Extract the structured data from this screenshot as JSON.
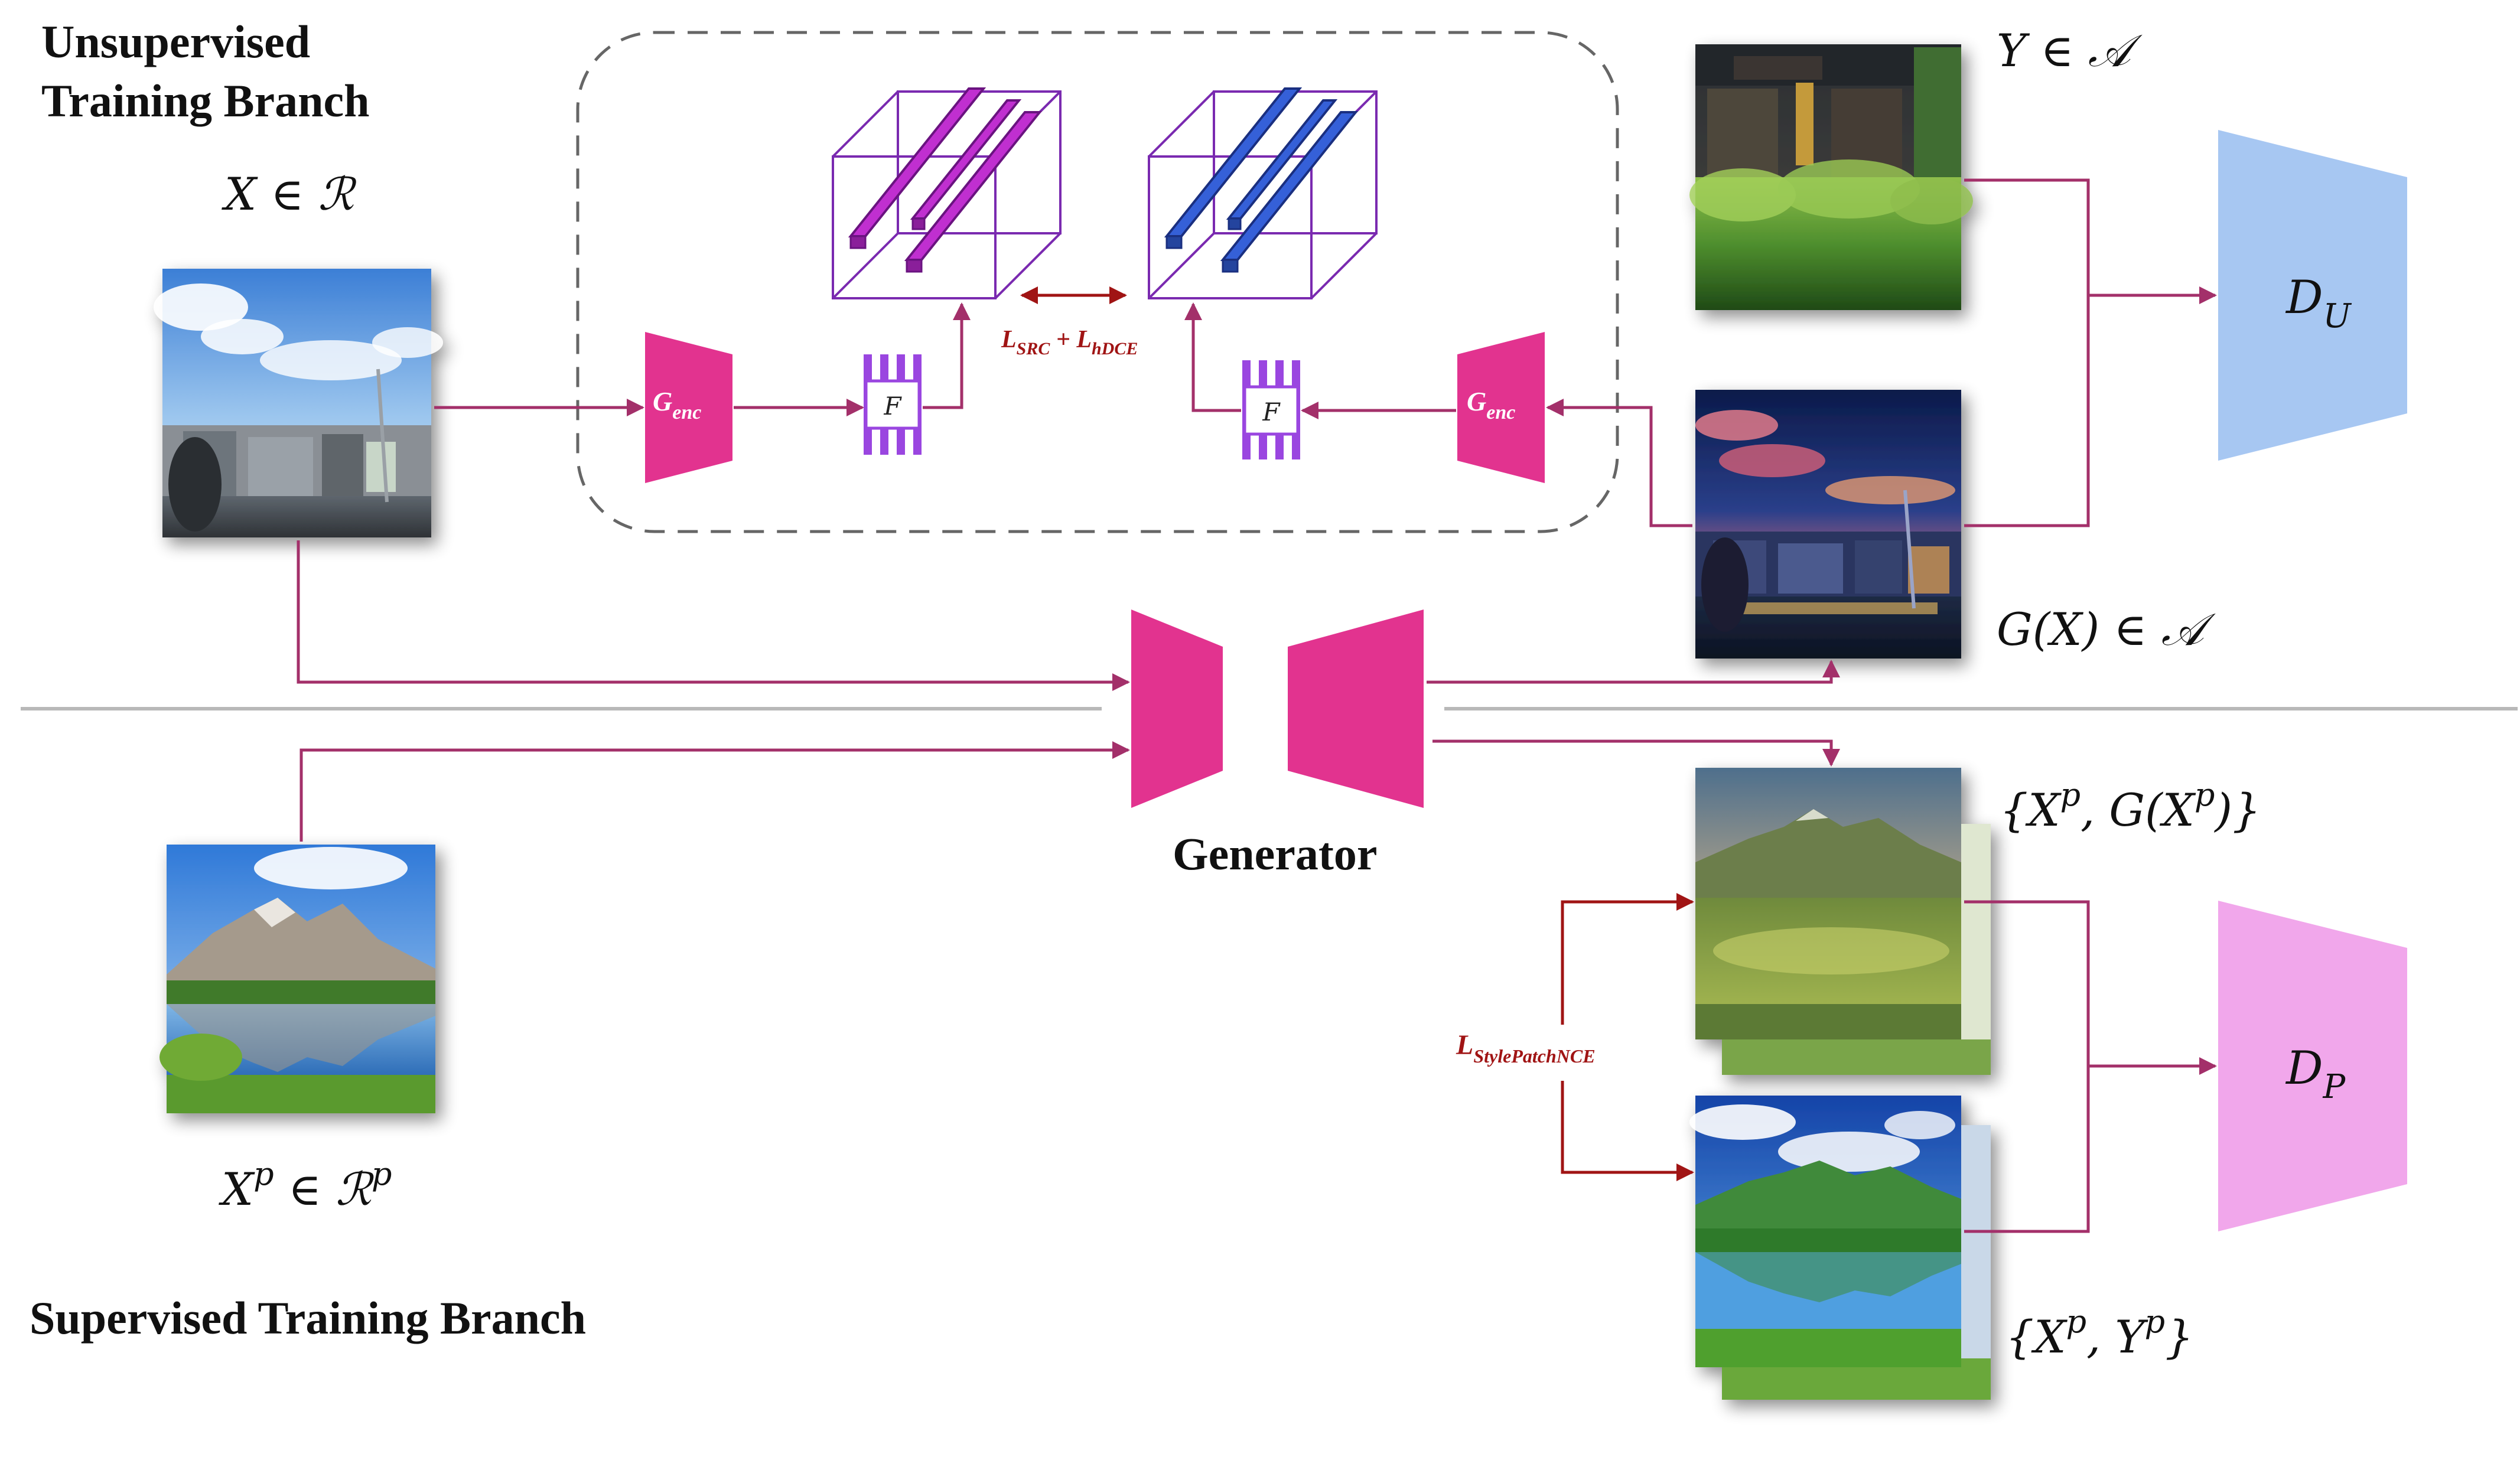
{
  "labels": {
    "unsup_branch_line1": "Unsupervised",
    "unsup_branch_line2": "Training Branch",
    "sup_branch": "Supervised Training Branch",
    "generator": "Generator"
  },
  "math": {
    "x_in_r": "X ∈ ℛ",
    "y_in_a": "Y ∈ 𝒜",
    "gx_in_a": "G(X) ∈ 𝒜",
    "xp_var": "X",
    "xp_sup": "p",
    "xp_in": " ∈ ℛ",
    "xp_in_sup": "p",
    "pair_gen_open": "{X",
    "pair_gen_sup1": "p",
    "pair_gen_mid": ", G(X",
    "pair_gen_sup2": "p",
    "pair_gen_close": ")}",
    "pair_gt_open": "{X",
    "pair_gt_sup1": "p",
    "pair_gt_mid": ", Y",
    "pair_gt_sup2": "p",
    "pair_gt_close": "}"
  },
  "modules": {
    "genc_main": "G",
    "genc_sub": "enc",
    "f_label": "F",
    "du_main": "D",
    "du_sub": "U",
    "dp_main": "D",
    "dp_sub": "P"
  },
  "losses": {
    "src_main": "L",
    "src_sub": "SRC",
    "src_plus": " + ",
    "hdce_main": "L",
    "hdce_sub": "hDCE",
    "style_main": "L",
    "style_sub": "StylePatchNCE"
  },
  "colors": {
    "magenta": "#e2338f",
    "arrow": "#a3306a",
    "purple_outline": "#7a2ab0",
    "purple_bar": "#c02fd0",
    "blue_bar": "#3560d8",
    "loss_red": "#a01414",
    "du_fill": "#a7c7f2",
    "dp_fill": "#f1a7eb",
    "f_stripe": "#9a46e0",
    "divider": "#b8b8b8",
    "dashed_box": "#666666"
  }
}
